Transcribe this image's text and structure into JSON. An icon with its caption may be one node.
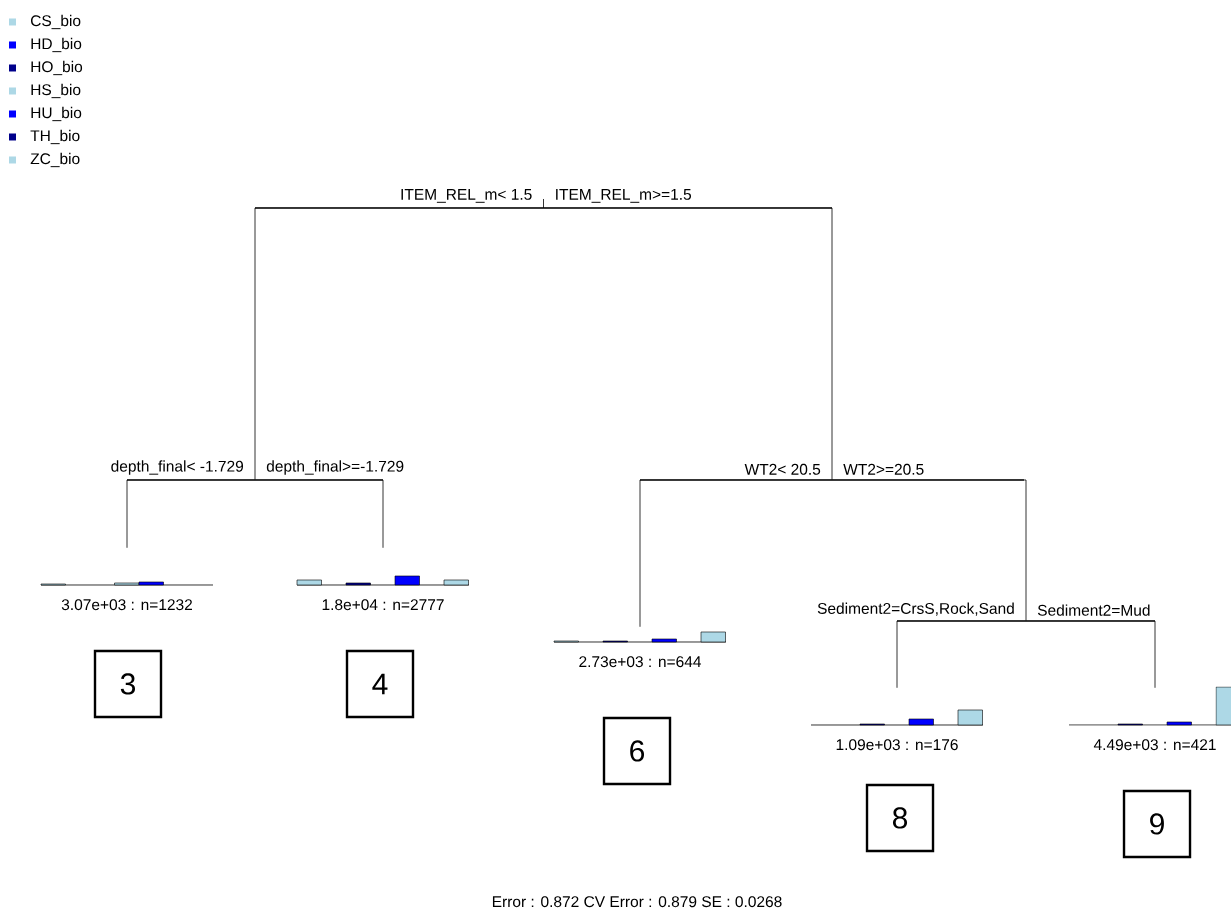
{
  "diagram": {
    "caption": "Error : 0.872   CV Error : 0.879   SE : 0.0268",
    "nodes": [
      {
        "text": [],
        "shape": "bar"
      },
      {
        "text": [],
        "shape": "bar"
      },
      {
        "text": [],
        "shape": "bar"
      },
      {
        "text": [
          "3.07e+03 : n=1232"
        ]
      },
      {
        "text": [
          "1.8e+04 : n=2777"
        ]
      },
      {
        "text": [
          "2.73e+03 : n=644"
        ]
      },
      {
        "text": [],
        "shape": "bar"
      },
      {
        "text": [
          "1.09e+03 : n=176"
        ]
      },
      {
        "text": [
          "4.49e+03 : n=421"
        ]
      },
      {
        "text": [
          "3"
        ]
      },
      {
        "text": [
          "4"
        ]
      },
      {
        "text": [
          "6"
        ]
      },
      {
        "text": [
          "8"
        ]
      },
      {
        "text": [
          "9"
        ]
      }
    ],
    "edges": [
      {
        "from": 0,
        "to": 1,
        "arrow": "none",
        "label": "ITEM_REL_m< 1.5"
      },
      {
        "from": 0,
        "to": 2,
        "arrow": "none",
        "label": "ITEM_REL_m>=1.5"
      },
      {
        "from": 1,
        "to": 3,
        "arrow": "none",
        "label": "depth_final< -1.729"
      },
      {
        "from": 1,
        "to": 4,
        "arrow": "none",
        "label": "depth_final>=-1.729"
      },
      {
        "from": 2,
        "to": 5,
        "arrow": "none",
        "label": "WT2< 20.5"
      },
      {
        "from": 2,
        "to": 6,
        "arrow": "none",
        "label": "WT2>=20.5"
      },
      {
        "from": 6,
        "to": 7,
        "arrow": "none",
        "label": "Sediment2=CrsS,Rock,Sand"
      },
      {
        "from": 6,
        "to": 8,
        "arrow": "none",
        "label": "Sediment2=Mud"
      }
    ],
    "legend": [
      {
        "text": "CS_bio",
        "color": "#add8e6"
      },
      {
        "text": "HD_bio",
        "color": "#0000ff"
      },
      {
        "text": "HO_bio",
        "color": "#00008b"
      },
      {
        "text": "HS_bio",
        "color": "#add8e6"
      },
      {
        "text": "HU_bio",
        "color": "#0000ff"
      },
      {
        "text": "TH_bio",
        "color": "#00008b"
      },
      {
        "text": "ZC_bio",
        "color": "#add8e6"
      }
    ]
  }
}
